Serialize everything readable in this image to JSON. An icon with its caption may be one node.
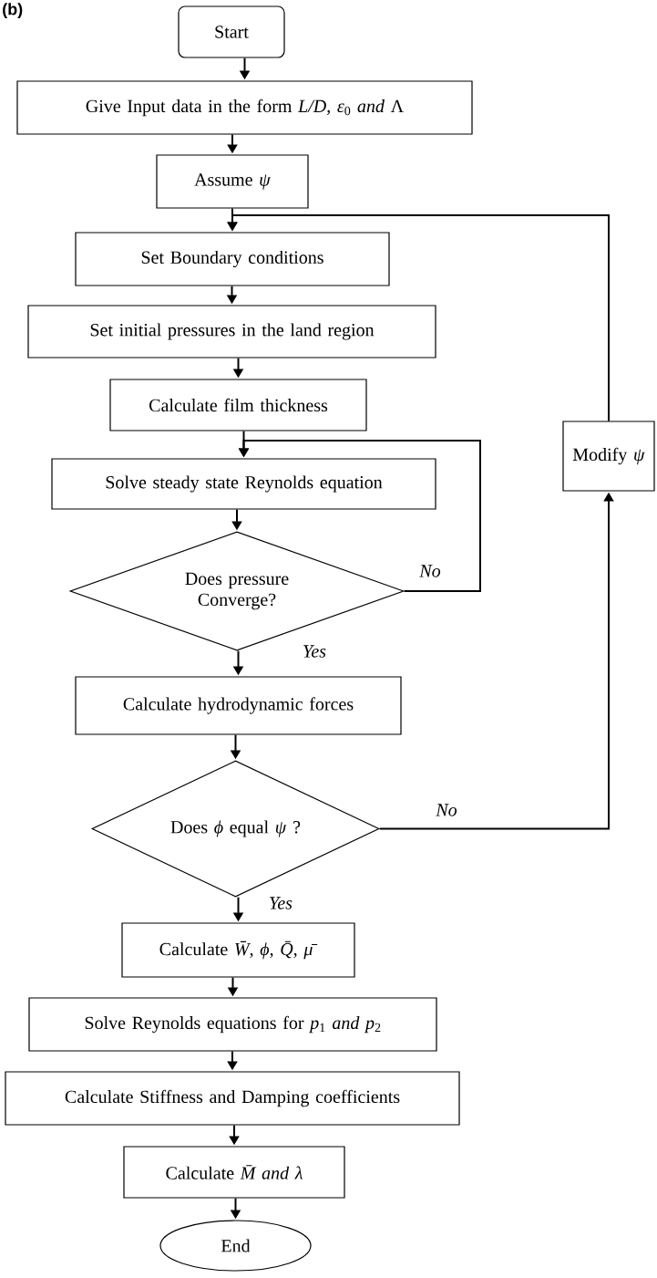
{
  "diagram": {
    "nodes": [
      {
        "text": [
          "Start"
        ]
      },
      {
        "text": [
          "Give Input data in the form *L/D*, *ε*$_{0}$ *and* Λ"
        ]
      },
      {
        "text": [
          "Assume *ψ*"
        ]
      },
      {
        "text": [
          "Set Boundary conditions"
        ]
      },
      {
        "text": [
          "Set initial pressures in the land region"
        ]
      },
      {
        "text": [
          "Calculate film thickness"
        ]
      },
      {
        "text": [
          "Solve steady state Reynolds equation"
        ]
      },
      {
        "text": [
          "Does pressure Converge?"
        ]
      },
      {
        "text": [
          "Calculate hydrodynamic forces"
        ]
      },
      {
        "text": [
          "Does *ϕ* equal *ψ* ?"
        ]
      },
      {
        "text": [
          "Calculate *W̄*, *ϕ*, *Q̄*, *μ̄*"
        ]
      },
      {
        "text": [
          "Solve Reynolds equations for *p*$_{1}$ *and p*$_{2}$"
        ]
      },
      {
        "text": [
          "Calculate Stiffness and Damping coefficients"
        ]
      },
      {
        "text": [
          "Calculate *M̄ and λ*"
        ]
      },
      {
        "text": [
          "End"
        ]
      },
      {
        "text": [
          "Modify *ψ*"
        ]
      }
    ],
    "edges": [
      {
        "from": 0,
        "to": 1,
        "arrow": "to"
      },
      {
        "from": 1,
        "to": 2,
        "arrow": "to"
      },
      {
        "from": 2,
        "to": 3,
        "arrow": "to"
      },
      {
        "from": 3,
        "to": 4,
        "arrow": "to"
      },
      {
        "from": 4,
        "to": 5,
        "arrow": "to"
      },
      {
        "from": 5,
        "to": 6,
        "arrow": "to"
      },
      {
        "from": 6,
        "to": 7,
        "arrow": "to"
      },
      {
        "from": 7,
        "to": 6,
        "arrow": "to",
        "label": "No"
      },
      {
        "from": 7,
        "to": 8,
        "arrow": "to",
        "label": "Yes"
      },
      {
        "from": 8,
        "to": 9,
        "arrow": "to"
      },
      {
        "from": 9,
        "to": 15,
        "arrow": "to",
        "label": "No"
      },
      {
        "from": 15,
        "to": 3,
        "arrow": "to"
      },
      {
        "from": 9,
        "to": 10,
        "arrow": "to",
        "label": "Yes"
      },
      {
        "from": 10,
        "to": 11,
        "arrow": "to"
      },
      {
        "from": 11,
        "to": 12,
        "arrow": "to"
      },
      {
        "from": 12,
        "to": 13,
        "arrow": "to"
      },
      {
        "from": 13,
        "to": 14,
        "arrow": "to"
      }
    ],
    "labels": [
      "(b)"
    ]
  }
}
